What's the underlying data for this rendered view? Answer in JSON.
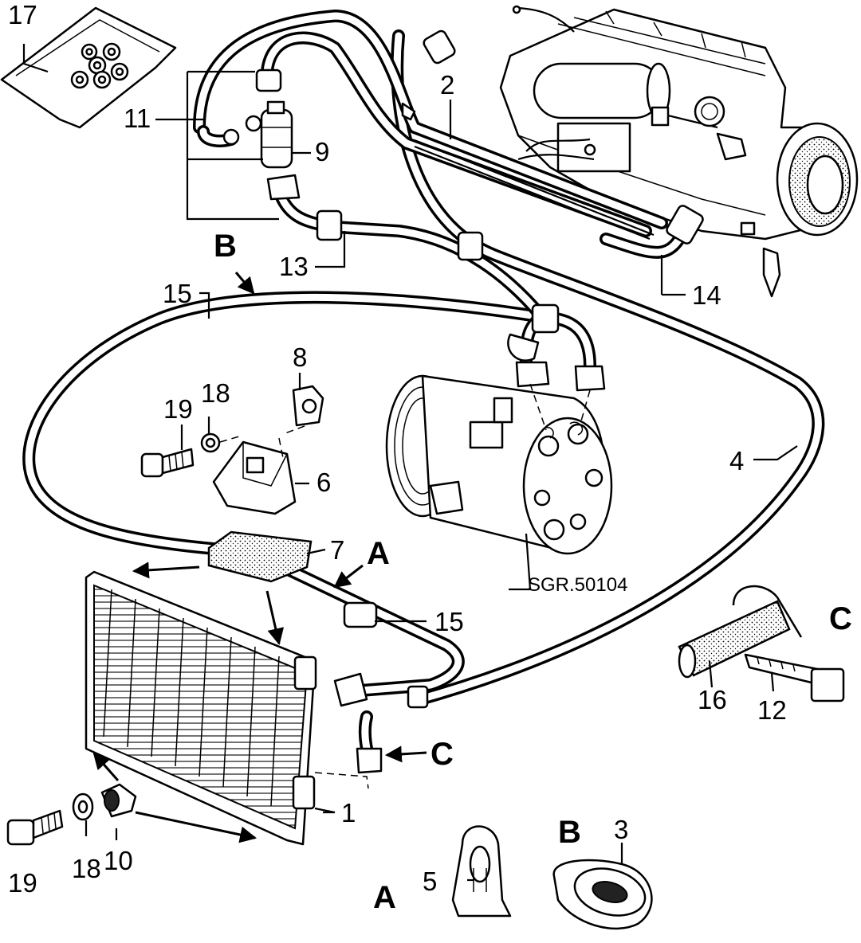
{
  "diagram": {
    "reference_code": "SGR.50104",
    "section_letters": {
      "a": "A",
      "b": "B",
      "c": "C"
    },
    "callouts": {
      "n1": "1",
      "n2": "2",
      "n3": "3",
      "n4": "4",
      "n5": "5",
      "n6": "6",
      "n7": "7",
      "n8": "8",
      "n9": "9",
      "n10": "10",
      "n11": "11",
      "n12": "12",
      "n13": "13",
      "n14": "14",
      "n15": "15",
      "n16": "16",
      "n17": "17",
      "n18": "18",
      "n19": "19"
    }
  }
}
